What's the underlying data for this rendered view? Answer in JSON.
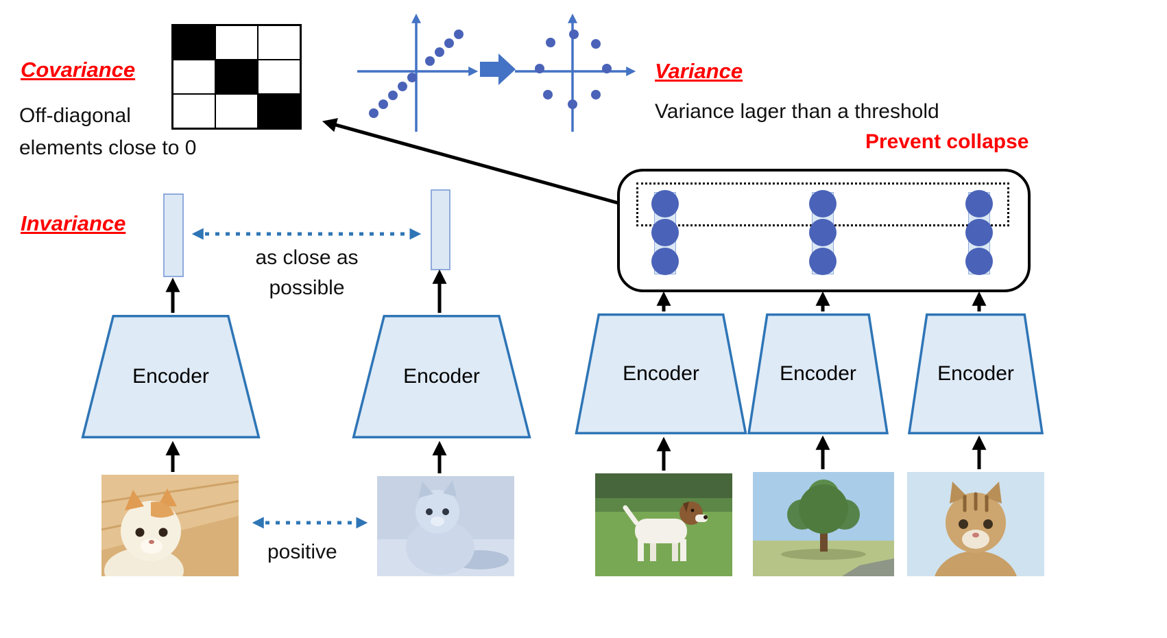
{
  "figure": {
    "covariance": {
      "title": "Covariance",
      "line1": "Off-diagonal",
      "line2": "elements close to 0"
    },
    "variance": {
      "title": "Variance",
      "desc": "Variance lager than a threshold",
      "prevent": "Prevent collapse"
    },
    "invariance": {
      "title": "Invariance",
      "close1": "as close as",
      "close2": "possible",
      "positive": "positive"
    }
  },
  "covariance_matrix": {
    "rows": 3,
    "cols": 3,
    "cells": [
      [
        1,
        0,
        0
      ],
      [
        0,
        1,
        0
      ],
      [
        0,
        0,
        1
      ]
    ]
  },
  "encoders": [
    {
      "label": "Encoder"
    },
    {
      "label": "Encoder"
    },
    {
      "label": "Encoder"
    },
    {
      "label": "Encoder"
    },
    {
      "label": "Encoder"
    }
  ],
  "embedding": {
    "stacks": 3,
    "dims_per_stack": 3
  },
  "photos": [
    {
      "alt": "cream cat on wooden floor"
    },
    {
      "alt": "blue-tinted augmented view of a cat"
    },
    {
      "alt": "white dog standing in a grass field"
    },
    {
      "alt": "large tree beside a country road"
    },
    {
      "alt": "tabby cat on light blue background"
    }
  ],
  "colors": {
    "accent_red": "#ff0000",
    "accent_blue": "#2e75b6",
    "axis_blue": "#4472c4",
    "dot_blue": "#4a63b8",
    "encoder_fill": "#deeaf6",
    "encoder_border": "#2e75b6"
  }
}
